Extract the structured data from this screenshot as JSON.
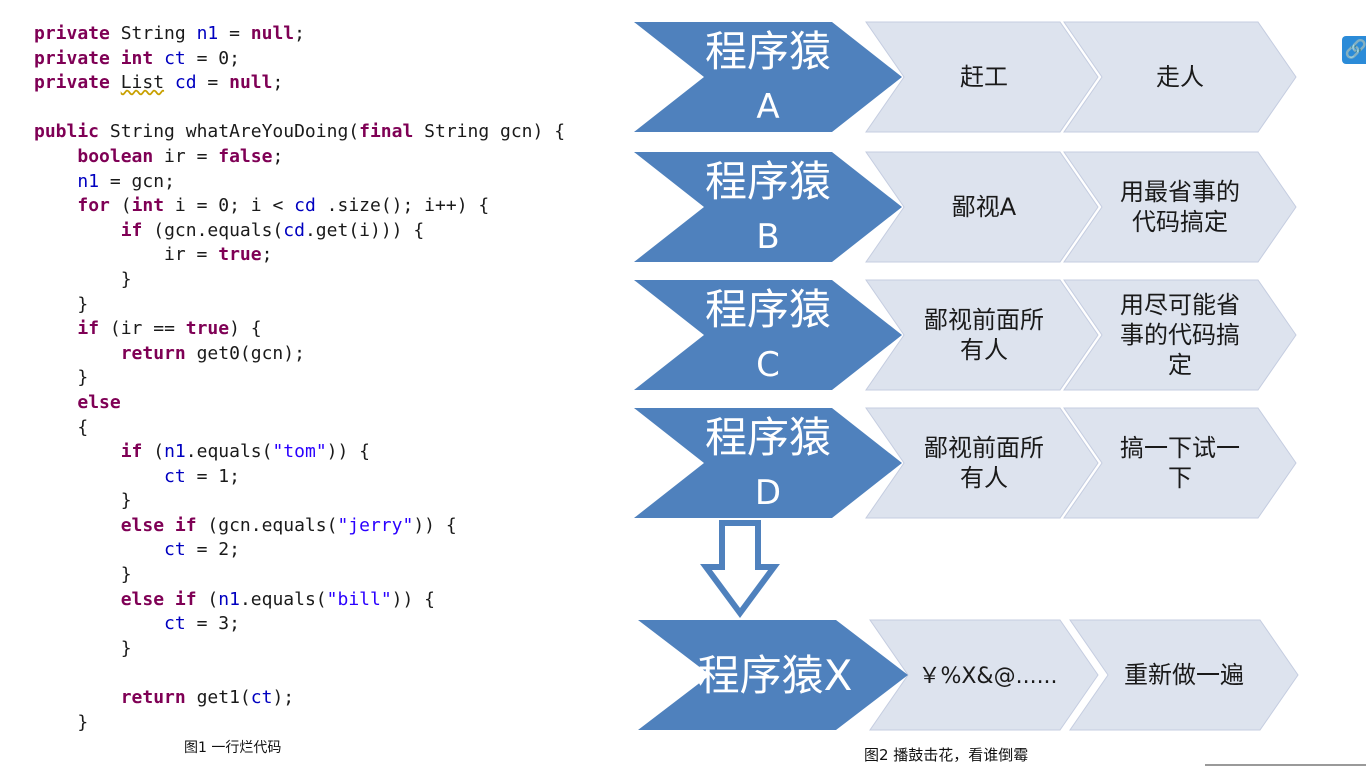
{
  "code": [
    [
      [
        "kw",
        "private"
      ],
      [
        "plain",
        " String "
      ],
      [
        "var",
        "n1"
      ],
      [
        "plain",
        " = "
      ],
      [
        "kw",
        "null"
      ],
      [
        "plain",
        ";"
      ]
    ],
    [
      [
        "kw",
        "private"
      ],
      [
        "plain",
        " "
      ],
      [
        "kw",
        "int"
      ],
      [
        "plain",
        " "
      ],
      [
        "var",
        "ct"
      ],
      [
        "plain",
        " = 0;"
      ]
    ],
    [
      [
        "kw",
        "private"
      ],
      [
        "plain",
        " "
      ],
      [
        "err",
        "List"
      ],
      [
        "plain",
        " "
      ],
      [
        "var",
        "cd"
      ],
      [
        "plain",
        " = "
      ],
      [
        "kw",
        "null"
      ],
      [
        "plain",
        ";"
      ]
    ],
    [],
    [
      [
        "kw",
        "public"
      ],
      [
        "plain",
        " String whatAreYouDoing("
      ],
      [
        "kw",
        "final"
      ],
      [
        "plain",
        " String gcn) {"
      ]
    ],
    [
      [
        "plain",
        "    "
      ],
      [
        "kw",
        "boolean"
      ],
      [
        "plain",
        " ir = "
      ],
      [
        "kw",
        "false"
      ],
      [
        "plain",
        ";"
      ]
    ],
    [
      [
        "plain",
        "    "
      ],
      [
        "var",
        "n1"
      ],
      [
        "plain",
        " = gcn;"
      ]
    ],
    [
      [
        "plain",
        "    "
      ],
      [
        "kw",
        "for"
      ],
      [
        "plain",
        " ("
      ],
      [
        "kw",
        "int"
      ],
      [
        "plain",
        " i = 0; i < "
      ],
      [
        "var",
        "cd"
      ],
      [
        "plain",
        " .size(); i++) {"
      ]
    ],
    [
      [
        "plain",
        "        "
      ],
      [
        "kw",
        "if"
      ],
      [
        "plain",
        " (gcn.equals("
      ],
      [
        "var",
        "cd"
      ],
      [
        "plain",
        ".get(i))) {"
      ]
    ],
    [
      [
        "plain",
        "            ir = "
      ],
      [
        "kw",
        "true"
      ],
      [
        "plain",
        ";"
      ]
    ],
    [
      [
        "plain",
        "        }"
      ]
    ],
    [
      [
        "plain",
        "    }"
      ]
    ],
    [
      [
        "plain",
        "    "
      ],
      [
        "kw",
        "if"
      ],
      [
        "plain",
        " (ir == "
      ],
      [
        "kw",
        "true"
      ],
      [
        "plain",
        ") {"
      ]
    ],
    [
      [
        "plain",
        "        "
      ],
      [
        "kw",
        "return"
      ],
      [
        "plain",
        " get0(gcn);"
      ]
    ],
    [
      [
        "plain",
        "    }"
      ]
    ],
    [
      [
        "plain",
        "    "
      ],
      [
        "kw",
        "else"
      ]
    ],
    [
      [
        "plain",
        "    {"
      ]
    ],
    [
      [
        "plain",
        "        "
      ],
      [
        "kw",
        "if"
      ],
      [
        "plain",
        " ("
      ],
      [
        "var",
        "n1"
      ],
      [
        "plain",
        ".equals("
      ],
      [
        "str",
        "\"tom\""
      ],
      [
        "plain",
        ")) {"
      ]
    ],
    [
      [
        "plain",
        "            "
      ],
      [
        "var",
        "ct"
      ],
      [
        "plain",
        " = 1;"
      ]
    ],
    [
      [
        "plain",
        "        }"
      ]
    ],
    [
      [
        "plain",
        "        "
      ],
      [
        "kw",
        "else if"
      ],
      [
        "plain",
        " (gcn.equals("
      ],
      [
        "str",
        "\"jerry\""
      ],
      [
        "plain",
        ")) {"
      ]
    ],
    [
      [
        "plain",
        "            "
      ],
      [
        "var",
        "ct"
      ],
      [
        "plain",
        " = 2;"
      ]
    ],
    [
      [
        "plain",
        "        }"
      ]
    ],
    [
      [
        "plain",
        "        "
      ],
      [
        "kw",
        "else if"
      ],
      [
        "plain",
        " ("
      ],
      [
        "var",
        "n1"
      ],
      [
        "plain",
        ".equals("
      ],
      [
        "str",
        "\"bill\""
      ],
      [
        "plain",
        ")) {"
      ]
    ],
    [
      [
        "plain",
        "            "
      ],
      [
        "var",
        "ct"
      ],
      [
        "plain",
        " = 3;"
      ]
    ],
    [
      [
        "plain",
        "        }"
      ]
    ],
    [],
    [
      [
        "plain",
        "        "
      ],
      [
        "kw",
        "return"
      ],
      [
        "plain",
        " get1("
      ],
      [
        "var",
        "ct"
      ],
      [
        "plain",
        ");"
      ]
    ],
    [
      [
        "plain",
        "    }"
      ]
    ]
  ],
  "captions": {
    "figure1": "图1 一行烂代码",
    "figure2": "图2 播鼓击花，看谁倒霉"
  },
  "diagram": {
    "rows": [
      {
        "title": "程序猿",
        "letter": "A",
        "steps": [
          "赶工",
          "走人"
        ]
      },
      {
        "title": "程序猿",
        "letter": "B",
        "steps": [
          "鄙视A",
          "用最省事的代码搞定"
        ]
      },
      {
        "title": "程序猿",
        "letter": "C",
        "steps": [
          "鄙视前面所有人",
          "用尽可能省事的代码搞定"
        ]
      },
      {
        "title": "程序猿",
        "letter": "D",
        "steps": [
          "鄙视前面所有人",
          "搞一下试一下"
        ]
      }
    ],
    "final_row": {
      "title": "程序猿X",
      "steps": [
        "￥%X&@......",
        "重新做一遍"
      ]
    },
    "colors": {
      "main": "#4f81bd",
      "sub": "#dde3ee",
      "sub_edge": "#c5cde0"
    }
  },
  "icons": {
    "down_arrow": "down-arrow-icon",
    "link": "link-icon"
  }
}
